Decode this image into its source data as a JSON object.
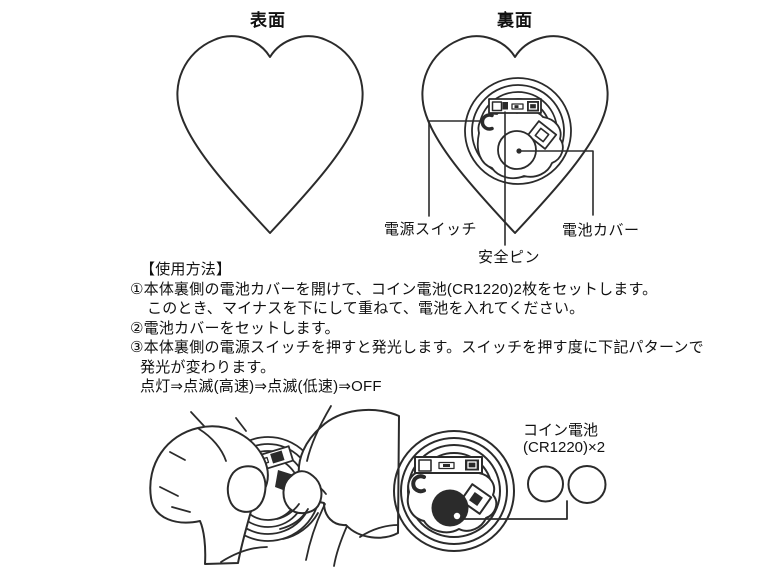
{
  "page": {
    "background": "#ffffff",
    "line_color": "#2b2b2b",
    "text_color": "#111111"
  },
  "views": {
    "front_label": "表面",
    "back_label": "裏面"
  },
  "back_view_callouts": {
    "power_switch": "電源スイッチ",
    "safety_pin": "安全ピン",
    "battery_cover": "電池カバー"
  },
  "instructions": {
    "heading": "【使用方法】",
    "lines": [
      {
        "text": "①本体裏側の電池カバーを開けて、コイン電池(CR1220)2枚をセットします。"
      },
      {
        "text": "このとき、マイナスを下にして重ねて、電池を入れてください。"
      },
      {
        "text": "②電池カバーをセットします。"
      },
      {
        "text": "③本体裏側の電源スイッチを押すと発光します。スイッチを押す度に下記パターンで"
      },
      {
        "text": "発光が変わります。"
      },
      {
        "text": "点灯⇒点滅(高速)⇒点滅(低速)⇒OFF"
      }
    ]
  },
  "battery_note": {
    "line1": "コイン電池",
    "line2": "(CR1220)×2"
  }
}
